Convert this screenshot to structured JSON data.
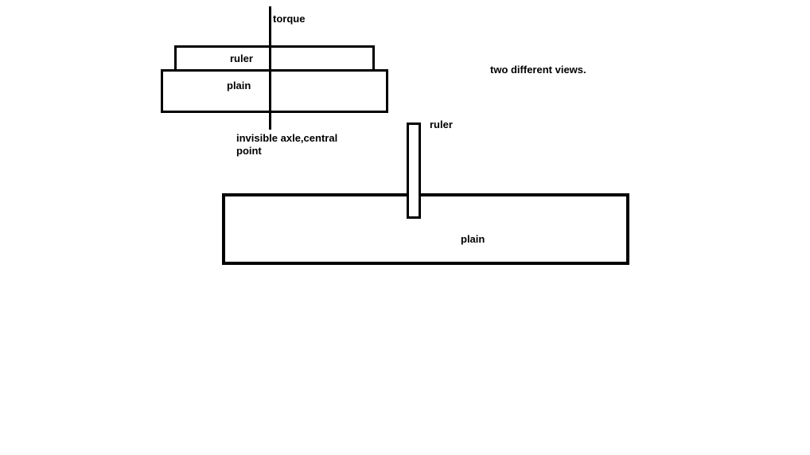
{
  "labels": {
    "torque": "torque",
    "top_ruler": "ruler",
    "top_plain": "plain",
    "axle_line1": "invisible axle,central",
    "axle_line2": "point",
    "views_note": "two different views.",
    "side_ruler": "ruler",
    "side_plain": "plain"
  },
  "colors": {
    "stroke": "#000000",
    "background": "#ffffff"
  }
}
